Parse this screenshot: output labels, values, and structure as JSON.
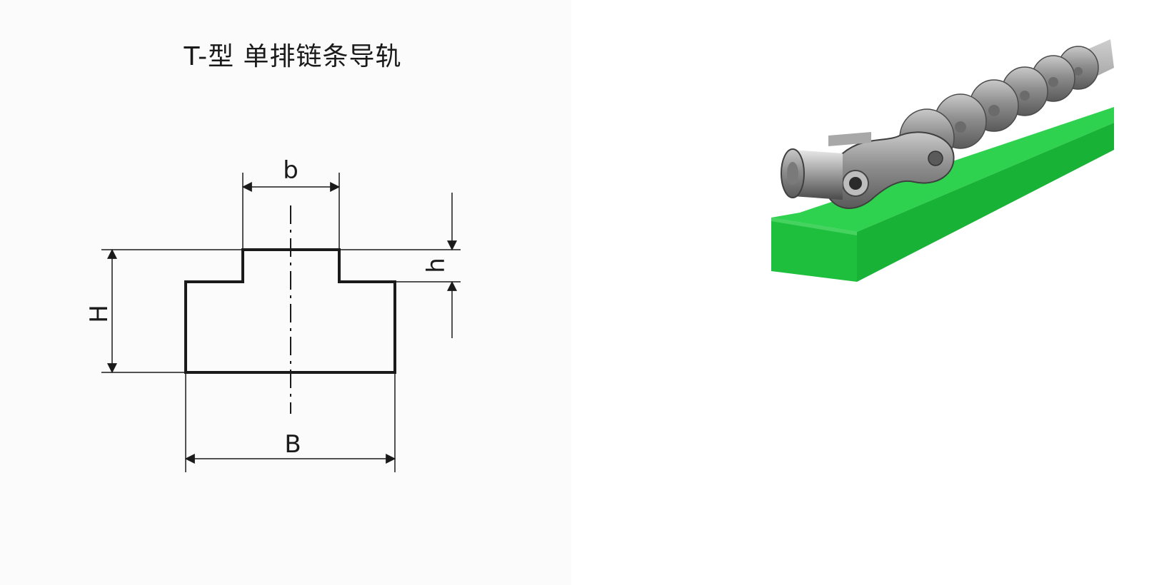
{
  "title": "T-型 单排链条导轨",
  "diagram": {
    "labels": {
      "top_width": "b",
      "bottom_width": "B",
      "total_height": "H",
      "step_height": "h"
    }
  },
  "photo": {
    "rail_color": "#22cc44",
    "chain_color": "#8a8a8a"
  }
}
